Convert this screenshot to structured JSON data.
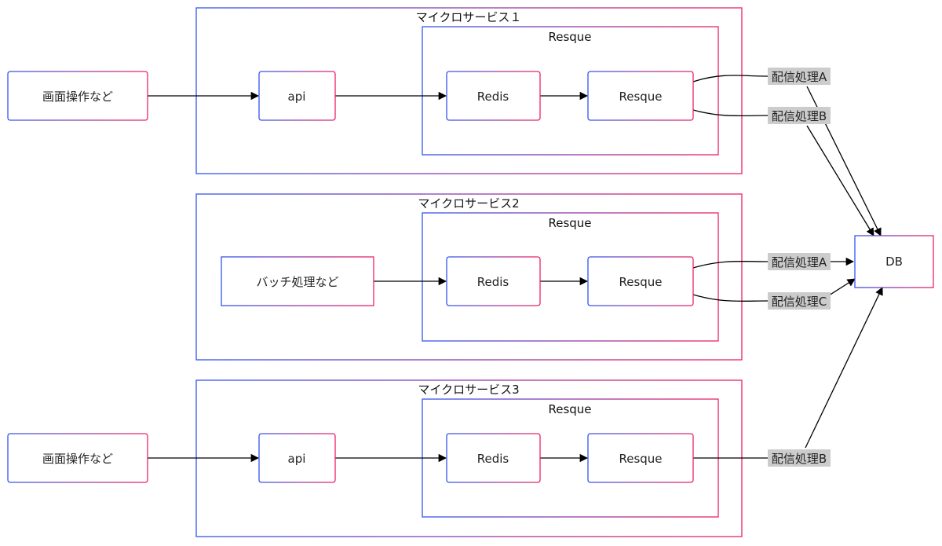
{
  "clusters": {
    "ms1": {
      "title": "マイクロサービス１"
    },
    "ms1_resque": {
      "title": "Resque"
    },
    "ms2": {
      "title": "マイクロサービス2"
    },
    "ms2_resque": {
      "title": "Resque"
    },
    "ms3": {
      "title": "マイクロサービス3"
    },
    "ms3_resque": {
      "title": "Resque"
    }
  },
  "nodes": {
    "screen1": "画面操作など",
    "api1": "api",
    "redis1": "Redis",
    "resque1": "Resque",
    "batch2": "バッチ処理など",
    "redis2": "Redis",
    "resque2": "Resque",
    "screen3": "画面操作など",
    "api3": "api",
    "redis3": "Redis",
    "resque3": "Resque",
    "db": "DB"
  },
  "edge_labels": {
    "e1a": "配信処理A",
    "e1b": "配信処理B",
    "e2a": "配信処理A",
    "e2c": "配信処理C",
    "e3b": "配信処理B"
  },
  "colors": {
    "gradient_start": "#3355ee",
    "gradient_end": "#ee2266",
    "edge_label_bg": "#cccccc",
    "edge": "#000000"
  }
}
